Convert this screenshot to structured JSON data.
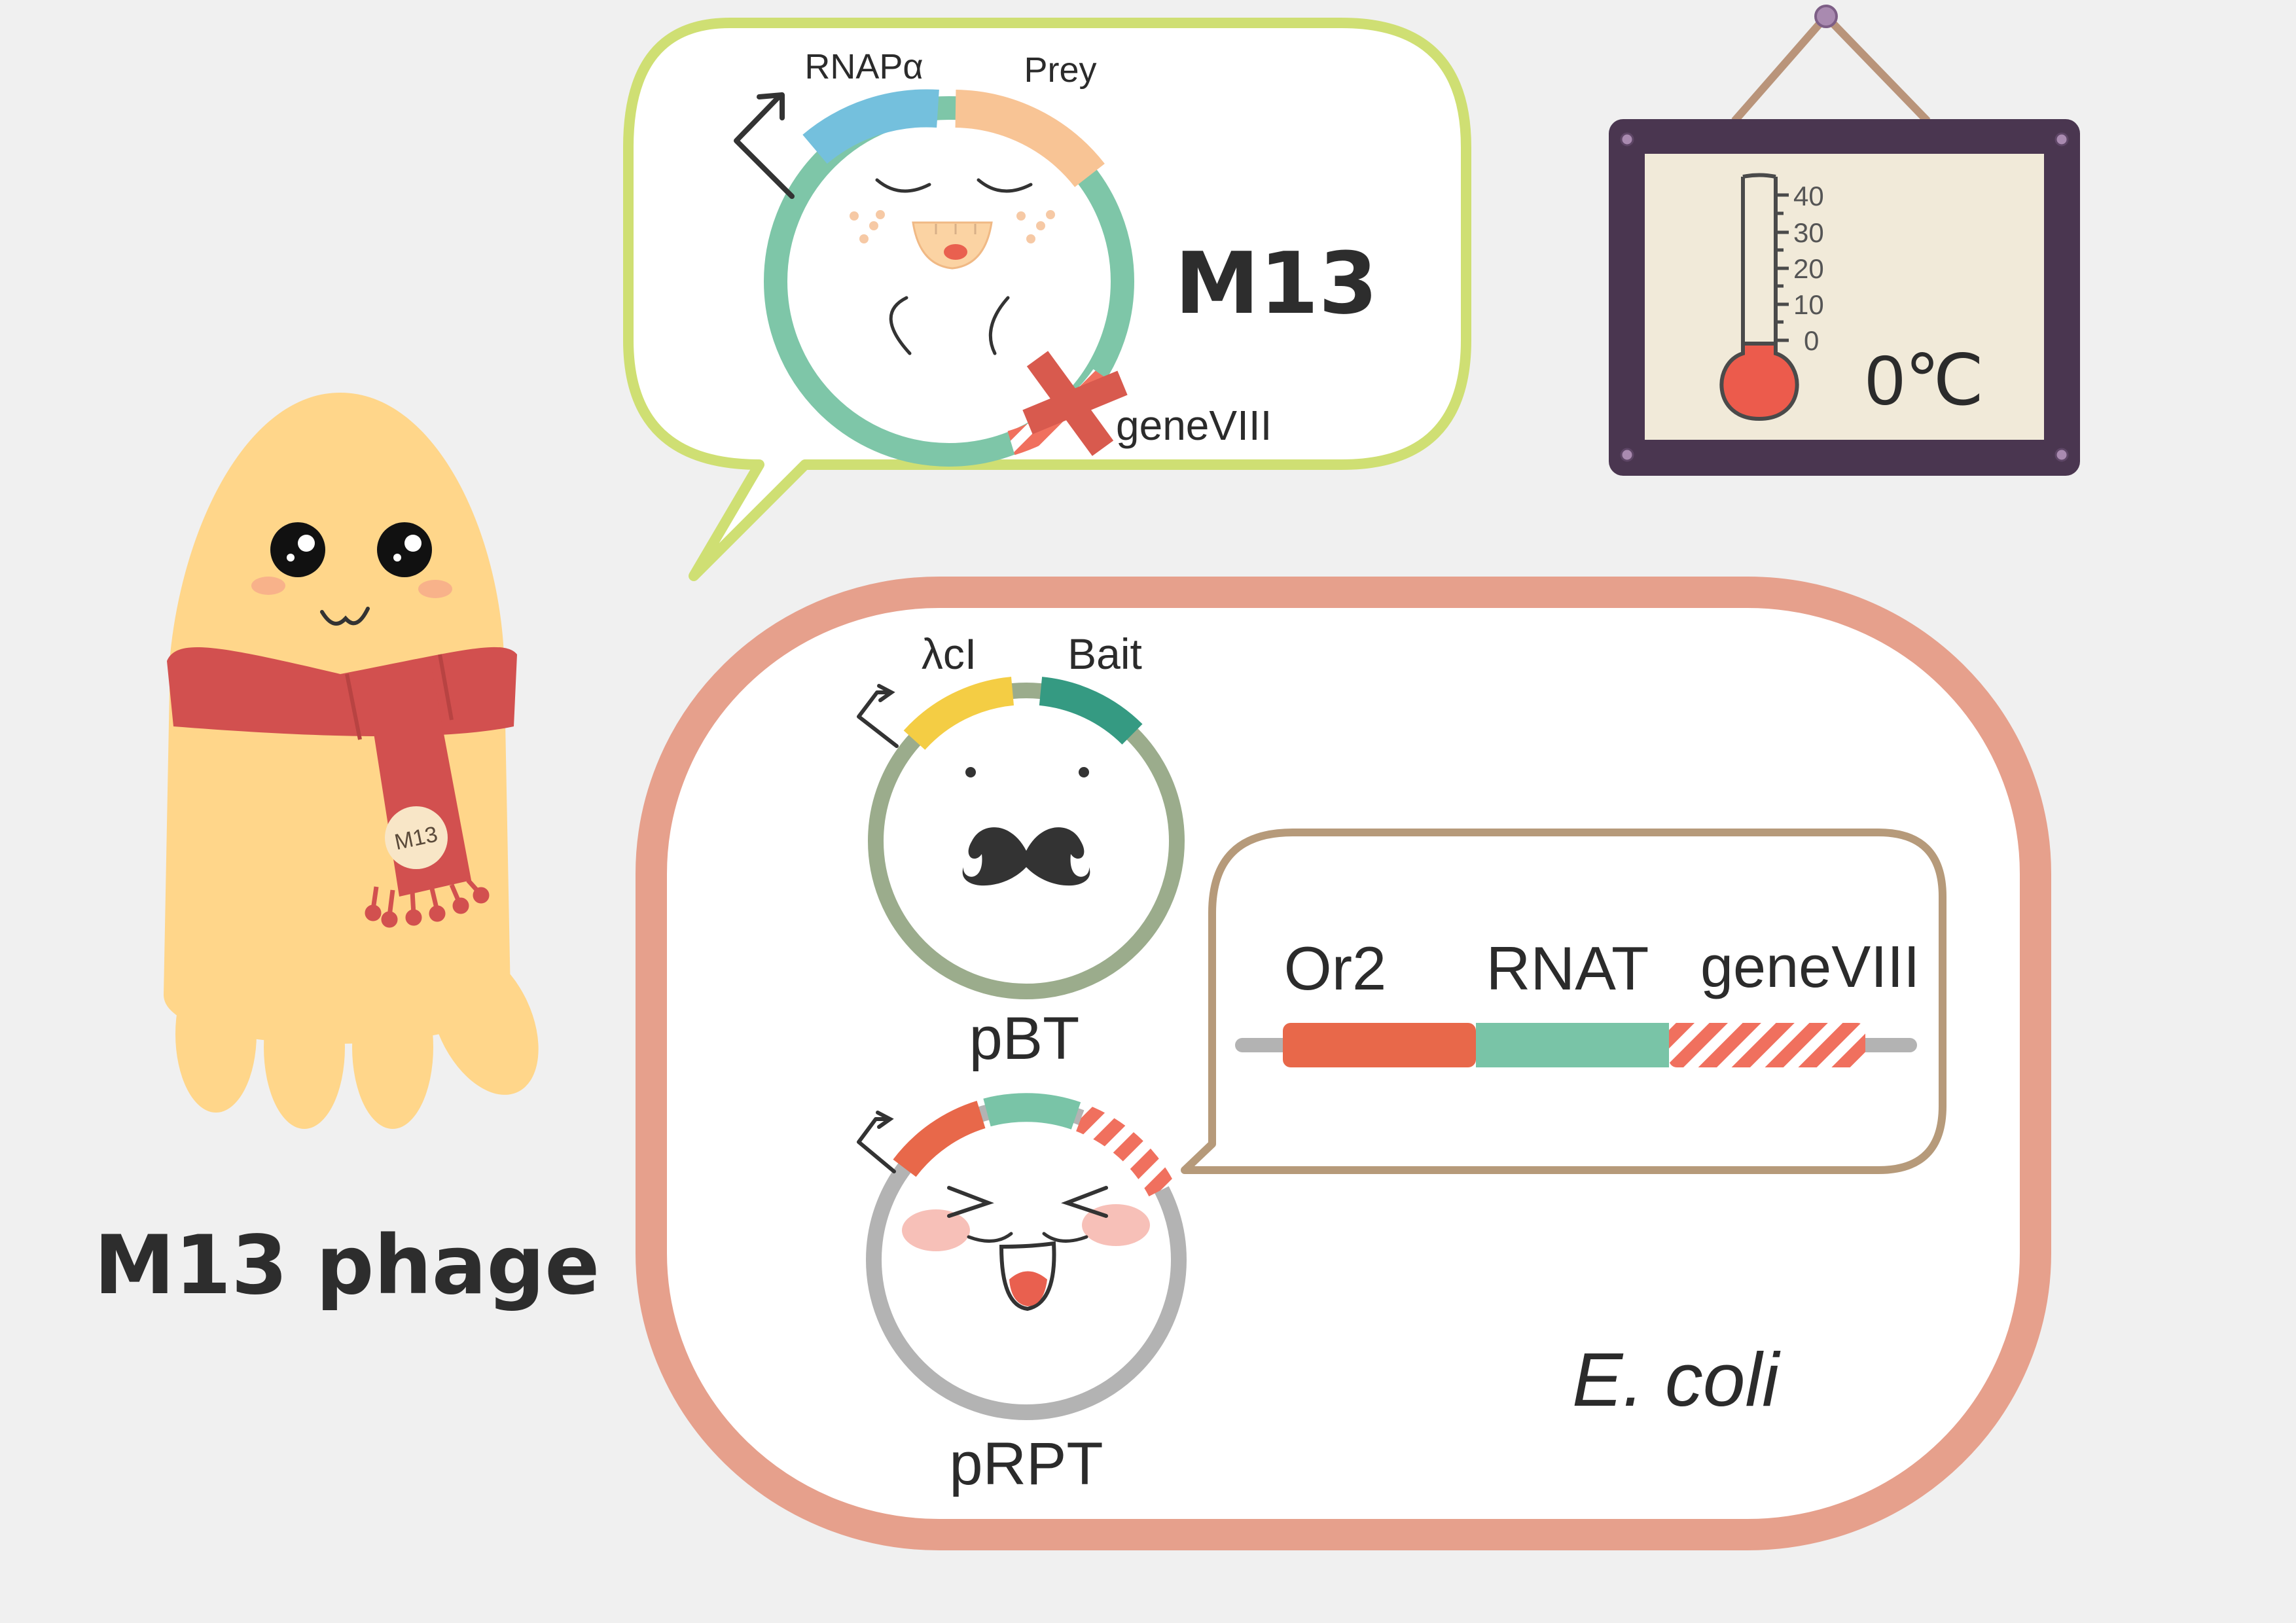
{
  "phage": {
    "caption": "M13 phage",
    "badge": "M13"
  },
  "bubble": {
    "plasmid_title": "M13",
    "rnap_label": "RNAPα",
    "prey_label": "Prey",
    "gene_label": "geneVIII"
  },
  "thermometer": {
    "ticks": [
      "40",
      "30",
      "20",
      "10",
      "0"
    ],
    "reading": "0℃"
  },
  "ecoli": {
    "label": "E. coli",
    "pbt": {
      "name": "pBT",
      "lambda_label": "λcI",
      "bait_label": "Bait"
    },
    "prpt": {
      "name": "pRPT"
    },
    "construct": {
      "or2_label": "Or2",
      "rnat_label": "RNAT",
      "gene_label": "geneVIII"
    }
  },
  "colors": {
    "background": "#f0f0f0",
    "bubble_border": "#cfdf73",
    "cell_border": "#e6a08c",
    "rnap": "#74c0dd",
    "prey": "#f8c495",
    "plasmid_teal": "#7ec6a8",
    "gene8_stripe": "#f0705e",
    "red_x": "#d85a4e",
    "lambda": "#f4cd44",
    "bait": "#359a82",
    "pbt_ring": "#9bac8c",
    "prpt_ring": "#b3b3b3",
    "or2": "#e8684a",
    "rnat": "#79c4a7",
    "construct_border": "#b69a7a",
    "frame": "#4a3650",
    "frame_inner": "#f1ead9",
    "therm_bulb": "#ec5b4c",
    "phage_body": "#ffd68a",
    "scarf": "#d2504f"
  }
}
